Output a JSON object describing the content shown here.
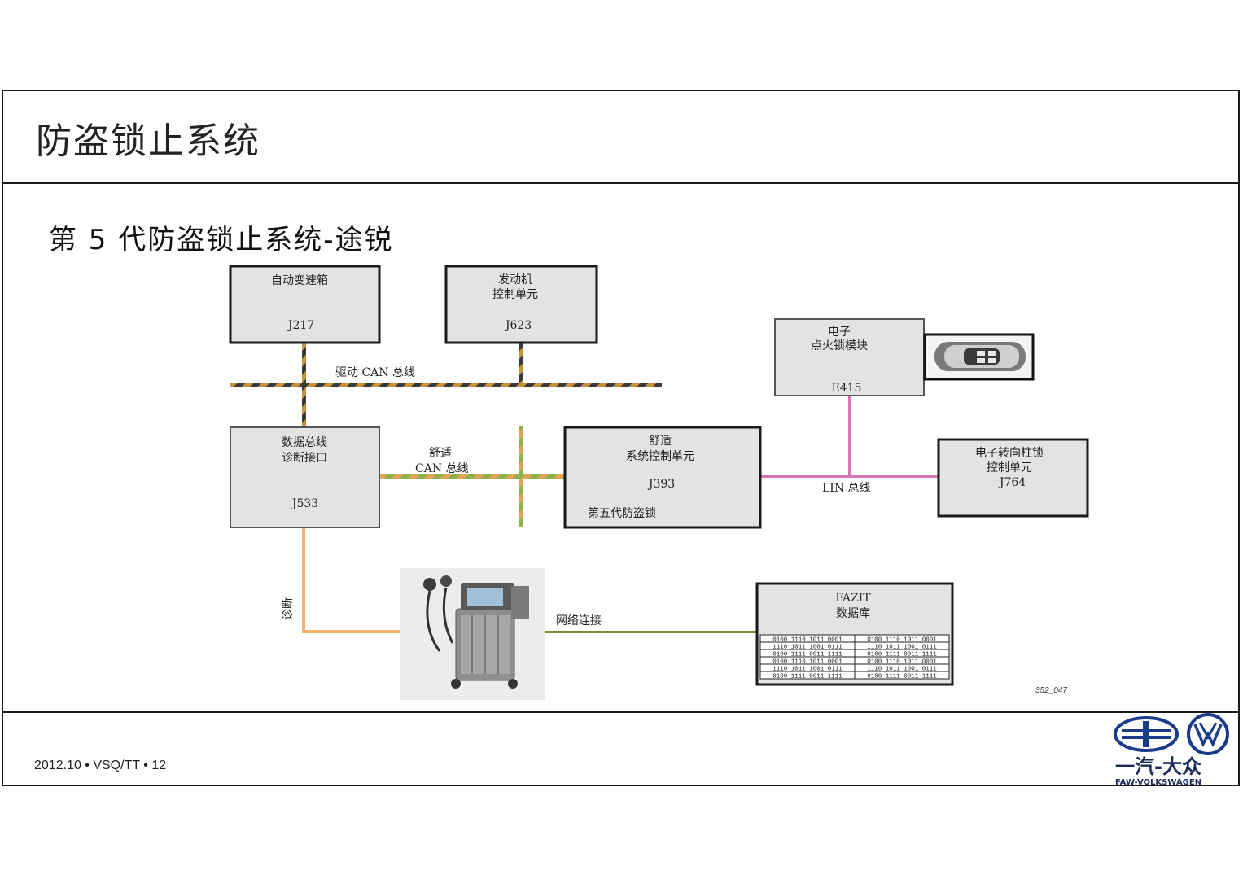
{
  "slide": {
    "title": "防盗锁止系统",
    "subtitle": "第 5 代防盗锁止系统-途锐",
    "footer": "2012.10 • VSQ/TT • 12",
    "figure_code": "352_047"
  },
  "boxes": {
    "gearbox": {
      "line1": "自动变速箱",
      "code": "J217"
    },
    "engine": {
      "line1": "发动机",
      "line2": "控制单元",
      "code": "J623"
    },
    "ignition": {
      "line1": "电子",
      "line2": "点火锁模块",
      "code": "E415"
    },
    "gateway": {
      "line1": "数据总线",
      "line2": "诊断接口",
      "code": "J533"
    },
    "comfort": {
      "line1": "舒适",
      "line2": "系统控制单元",
      "code": "J393",
      "line3": "第五代防盗锁"
    },
    "steering": {
      "line1": "电子转向柱锁",
      "line2": "控制单元",
      "code": "J764"
    },
    "fazit": {
      "line1": "FAZIT",
      "line2": "数据库",
      "rows": [
        [
          "0100 1110 1011 0001",
          "0100 1110 1011 0001"
        ],
        [
          "1110 1011 1001 0111",
          "1110 1011 1001 0111"
        ],
        [
          "0100 1111 0011 1111",
          "0100 1111 0011 1111"
        ],
        [
          "0100 1110 1011 0001",
          "0100 1110 1011 0001"
        ],
        [
          "1110 1011 1001 0111",
          "1110 1011 1001 0111"
        ],
        [
          "0100 1111 0011 1111",
          "0100 1111 0011 1111"
        ]
      ]
    }
  },
  "buses": {
    "drive_can": "驱动 CAN 总线",
    "comfort_can_1": "舒适",
    "comfort_can_2": "CAN 总线",
    "lin": "LIN 总线",
    "diagnosis": "诊断",
    "network": "网络连接"
  },
  "logo": {
    "brand_cn": "一汽-大众",
    "brand_en": "FAW-VOLKSWAGEN"
  },
  "colors": {
    "box_fill": "#e3e3e3",
    "drive_can_a": "#c8913a",
    "drive_can_b": "#3a3a3a",
    "comfort_can_a": "#e3a455",
    "comfort_can_b": "#8ab34a",
    "lin": "#d873b8",
    "diagnosis": "#f2b46a",
    "network": "#7d8a3a"
  }
}
